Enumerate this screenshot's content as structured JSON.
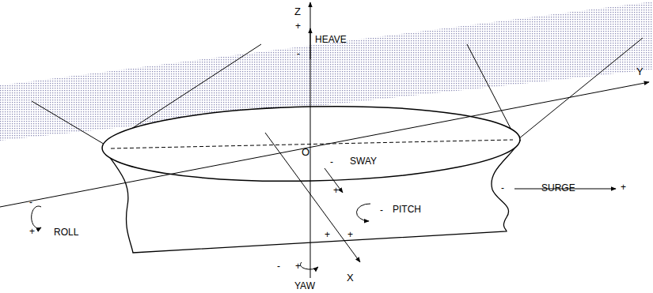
{
  "diagram": {
    "labels": [
      "Z",
      "+",
      "HEAVE",
      "-",
      "Y",
      "O",
      "-",
      "SWAY",
      "-",
      "SURGE",
      "+",
      "+",
      "-",
      "-",
      "PITCH",
      "+",
      "ROLL",
      "+",
      "+",
      "-",
      "+",
      "X",
      "YAW"
    ]
  }
}
